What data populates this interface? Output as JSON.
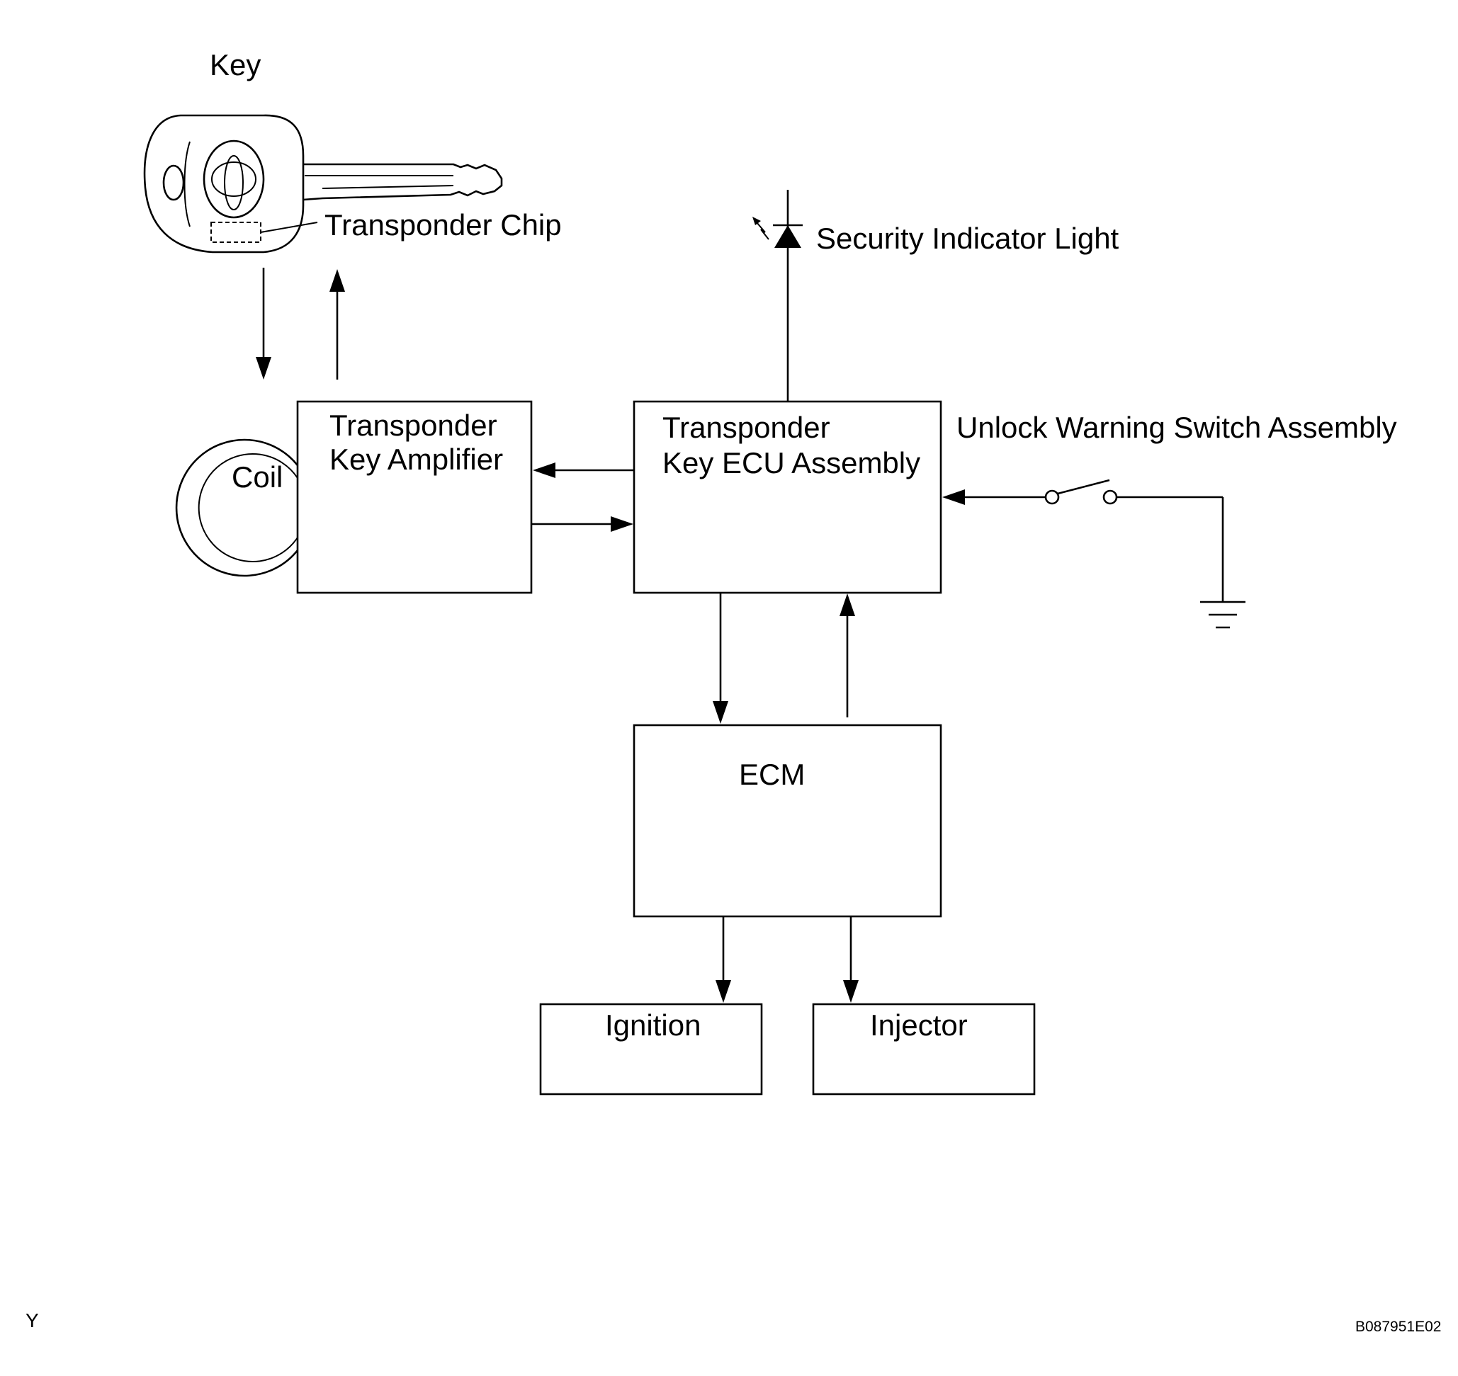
{
  "labels": {
    "key": "Key",
    "transponder_chip": "Transponder Chip",
    "coil": "Coil",
    "security_indicator_light": "Security Indicator Light",
    "unlock_warning_switch": "Unlock Warning Switch Assembly",
    "ecm": "ECM",
    "ignition": "Ignition",
    "injector": "Injector"
  },
  "amplifier": {
    "line1": "Transponder",
    "line2": "Key Amplifier"
  },
  "ecu": {
    "line1": "Transponder",
    "line2": "Key ECU Assembly"
  },
  "footer": {
    "left": "Y",
    "code": "B087951E02"
  },
  "icons": [
    "key-icon",
    "coil-icon",
    "led-icon",
    "switch-icon",
    "ground-icon"
  ]
}
